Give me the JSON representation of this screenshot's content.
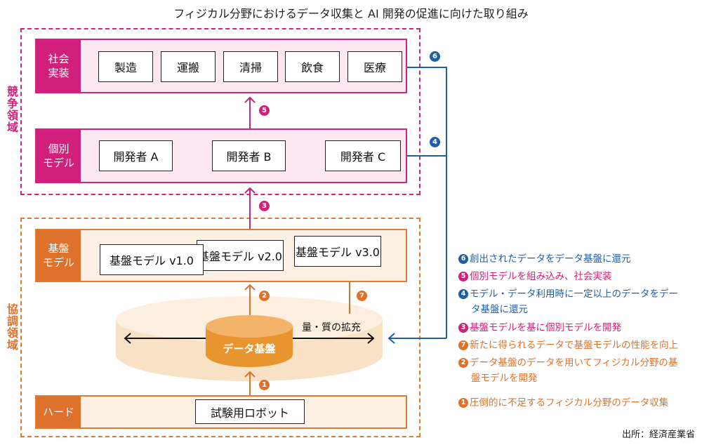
{
  "title": "フィジカル分野におけるデータ収集と AI 開発の促進に向けた取り組み",
  "colors": {
    "pink": "#d1207b",
    "orange": "#de722c",
    "blue": "#1f5fa8",
    "black": "#222222"
  },
  "zones": {
    "competitive": {
      "label": "競争領域"
    },
    "cooperative": {
      "label": "協調領域"
    }
  },
  "rows": {
    "social": {
      "header": "社会\n実装",
      "items": [
        "製造",
        "運搬",
        "清掃",
        "飲食",
        "医療"
      ]
    },
    "individual": {
      "header": "個別\nモデル",
      "items": [
        "開発者 A",
        "開発者 B",
        "開発者 C"
      ]
    },
    "foundation": {
      "header": "基盤\nモデル",
      "items": [
        "基盤モデル v1.0",
        "基盤モデル v2.0",
        "基盤モデル v3.0"
      ]
    },
    "hardware": {
      "header": "ハード",
      "items": [
        "試験用ロボット"
      ]
    }
  },
  "data_platform": {
    "core_label": "データ基盤",
    "expansion_label": "量・質の拡充"
  },
  "step_badges": {
    "n1": "1",
    "n2": "2",
    "n3": "3",
    "n4": "4",
    "n5": "5",
    "n6": "6",
    "n7": "7"
  },
  "legend": [
    {
      "num": "6",
      "color": "blue",
      "lines": [
        "創出されたデータをデータ基盤に還元"
      ]
    },
    {
      "num": "5",
      "color": "pink",
      "lines": [
        "個別モデルを組み込み、社会実装"
      ]
    },
    {
      "num": "4",
      "color": "blue",
      "lines": [
        "モデル・データ利用時に一定以上のデータをデー",
        "タ基盤に還元"
      ]
    },
    {
      "num": "3",
      "color": "pink",
      "lines": [
        "基盤モデルを基に個別モデルを開発"
      ]
    },
    {
      "num": "7",
      "color": "orange",
      "lines": [
        "新たに得られるデータで基盤モデルの性能を向上"
      ]
    },
    {
      "num": "2",
      "color": "orange",
      "lines": [
        "データ基盤のデータを用いてフィジカル分野の基",
        "盤モデルを開発"
      ]
    },
    {
      "num": "1",
      "color": "orange",
      "lines": [
        "圧倒的に不足するフィジカル分野のデータ収集"
      ]
    }
  ],
  "source": "出所：経済産業省"
}
